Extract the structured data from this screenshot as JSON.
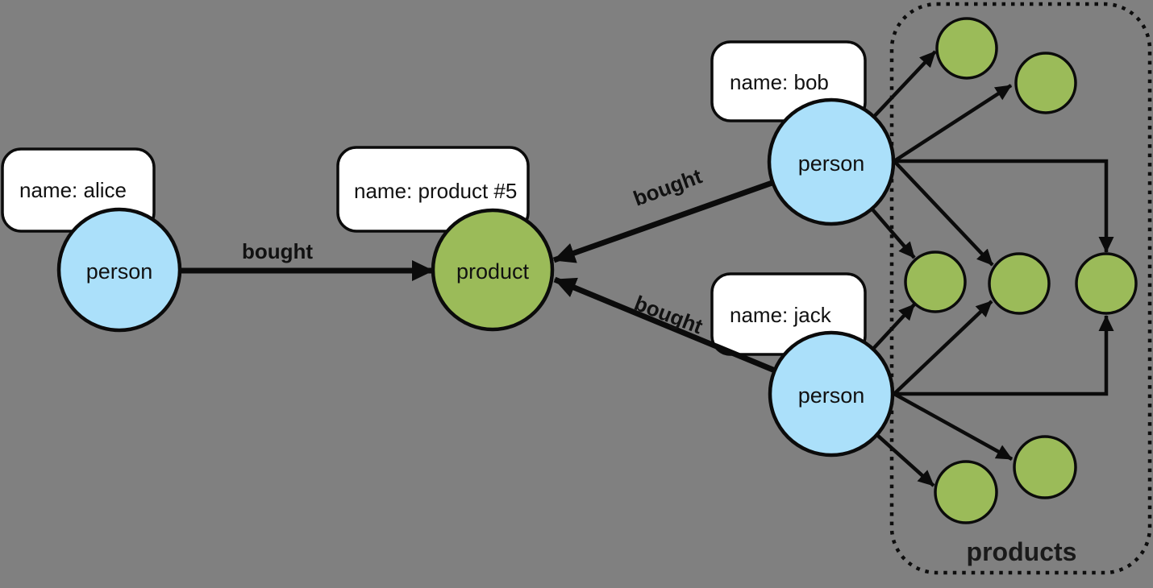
{
  "canvas": {
    "background": "#808080"
  },
  "colors": {
    "person_fill": "#ABE0FA",
    "product_fill": "#9BBB59",
    "note_fill": "#FFFFFF",
    "stroke": "#0B0B0B"
  },
  "nodes": {
    "alice": {
      "label": "person",
      "property": "name: alice"
    },
    "product5": {
      "label": "product",
      "property": "name: product #5"
    },
    "bob": {
      "label": "person",
      "property": "name: bob"
    },
    "jack": {
      "label": "person",
      "property": "name: jack"
    }
  },
  "edges": [
    {
      "from": "alice",
      "to": "product #5",
      "label": "bought"
    },
    {
      "from": "bob",
      "to": "product #5",
      "label": "bought"
    },
    {
      "from": "jack",
      "to": "product #5",
      "label": "bought"
    }
  ],
  "unlabeled_edges": [
    {
      "from": "bob",
      "to": "cluster-product-1"
    },
    {
      "from": "bob",
      "to": "cluster-product-2"
    },
    {
      "from": "bob",
      "to": "cluster-product-3"
    },
    {
      "from": "bob",
      "to": "cluster-product-4"
    },
    {
      "from": "bob",
      "to": "cluster-product-5"
    },
    {
      "from": "jack",
      "to": "cluster-product-3"
    },
    {
      "from": "jack",
      "to": "cluster-product-4"
    },
    {
      "from": "jack",
      "to": "cluster-product-5"
    },
    {
      "from": "jack",
      "to": "cluster-product-6"
    },
    {
      "from": "jack",
      "to": "cluster-product-7"
    }
  ],
  "cluster": {
    "label": "products",
    "product_node_count": 7
  }
}
